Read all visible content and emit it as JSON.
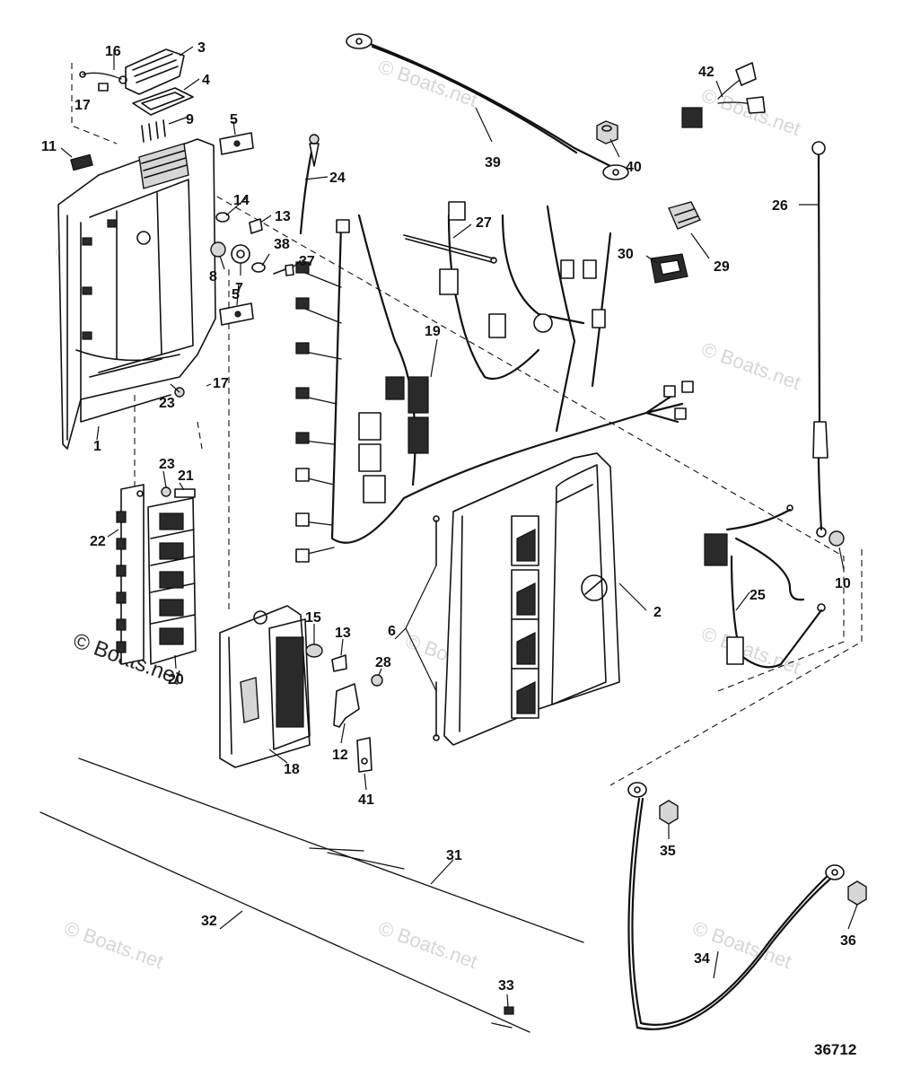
{
  "diagram": {
    "figure_number": "36712",
    "watermark_text": "© Boats.net",
    "callouts": [
      "1",
      "2",
      "3",
      "4",
      "5",
      "5",
      "6",
      "7",
      "8",
      "9",
      "10",
      "11",
      "12",
      "13",
      "13",
      "14",
      "15",
      "16",
      "17",
      "17",
      "18",
      "19",
      "20",
      "21",
      "22",
      "23",
      "23",
      "24",
      "25",
      "26",
      "27",
      "28",
      "29",
      "30",
      "31",
      "32",
      "33",
      "34",
      "35",
      "36",
      "37",
      "38",
      "39",
      "40",
      "41",
      "42"
    ]
  }
}
